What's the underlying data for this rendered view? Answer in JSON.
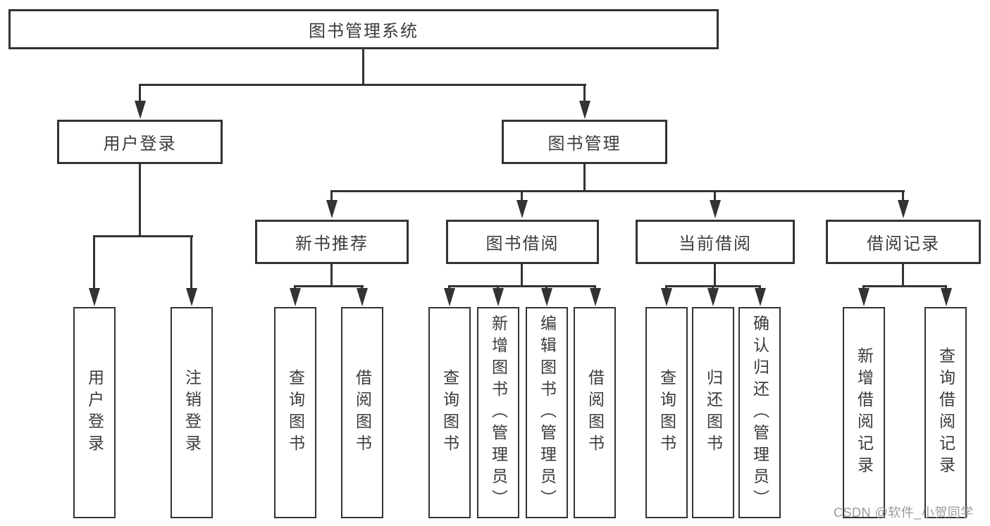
{
  "diagram": {
    "root_label": "图书管理系统",
    "user_login": {
      "label": "用户登录",
      "children": [
        {
          "label": "用户登录"
        },
        {
          "label": "注销登录"
        }
      ]
    },
    "book_management": {
      "label": "图书管理",
      "sections": [
        {
          "label": "新书推荐",
          "children": [
            {
              "label": "查询图书"
            },
            {
              "label": "借阅图书"
            }
          ]
        },
        {
          "label": "图书借阅",
          "children": [
            {
              "label": "查询图书"
            },
            {
              "label": "新增图书（管理员）"
            },
            {
              "label": "编辑图书（管理员）"
            },
            {
              "label": "借阅图书"
            }
          ]
        },
        {
          "label": "当前借阅",
          "children": [
            {
              "label": "查询图书"
            },
            {
              "label": "归还图书"
            },
            {
              "label": "确认归还（管理员）"
            }
          ]
        },
        {
          "label": "借阅记录",
          "children": [
            {
              "label": "新增借阅记录"
            },
            {
              "label": "查询借阅记录"
            }
          ]
        }
      ]
    },
    "watermark": "CSDN @软件_小贺同学"
  },
  "colors": {
    "line": "#333333",
    "text": "#3b3b3b",
    "background": "#ffffff",
    "watermark": "#9b9b9b"
  }
}
